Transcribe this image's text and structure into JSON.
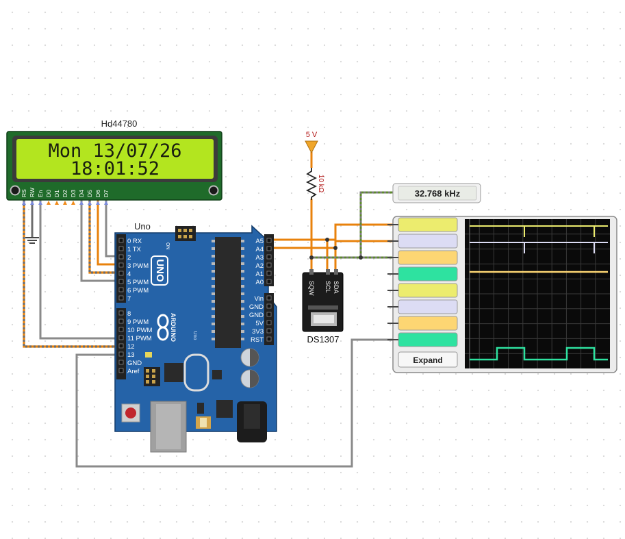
{
  "lcd": {
    "title": "Hd44780",
    "line1": "Mon 13/07/26",
    "line2": "18:01:52",
    "pins": [
      "RS",
      "RW",
      "En",
      "D0",
      "D1",
      "D2",
      "D3",
      "D4",
      "D5",
      "D6",
      "D7"
    ]
  },
  "arduino": {
    "title": "Uno",
    "logo": "UNO",
    "brand": "ARDUINO",
    "sub_label": "Uno",
    "on_label": "ON",
    "left_pins": [
      "0 RX",
      "1 TX",
      "2",
      "3 PWM",
      "4",
      "5 PWM",
      "6 PWM",
      "7",
      "8",
      "9 PWM",
      "10 PWM",
      "11 PWM",
      "12",
      "13",
      "GND",
      "Aref"
    ],
    "right_pins": [
      "A5",
      "A4",
      "A3",
      "A2",
      "A1",
      "A0",
      "Vin",
      "GND",
      "GND",
      "5V",
      "3V3",
      "RST"
    ]
  },
  "rtc": {
    "title": "DS1307",
    "pins": [
      "SQW",
      "SCL",
      "SDA"
    ]
  },
  "resistor": {
    "label": "10 kΩ"
  },
  "supply": {
    "label": "5 V"
  },
  "frequency_meter": {
    "value": "32.768 kHz"
  },
  "logic_analyzer": {
    "expand_label": "Expand",
    "channel_colors": [
      "#ecec6e",
      "#dcdcf4",
      "#fdd673",
      "#2ee2a0",
      "#ecec6e",
      "#dcdcf4",
      "#fdd673",
      "#2ee2a0"
    ]
  },
  "colors": {
    "wire_orange": "#e8820c",
    "wire_gray": "#7a7a7a",
    "wire_green_dash": "#2e7d32",
    "board_blue": "#2563a8",
    "lcd_green": "#b3e51f",
    "lcd_body": "#1f6b2a"
  }
}
